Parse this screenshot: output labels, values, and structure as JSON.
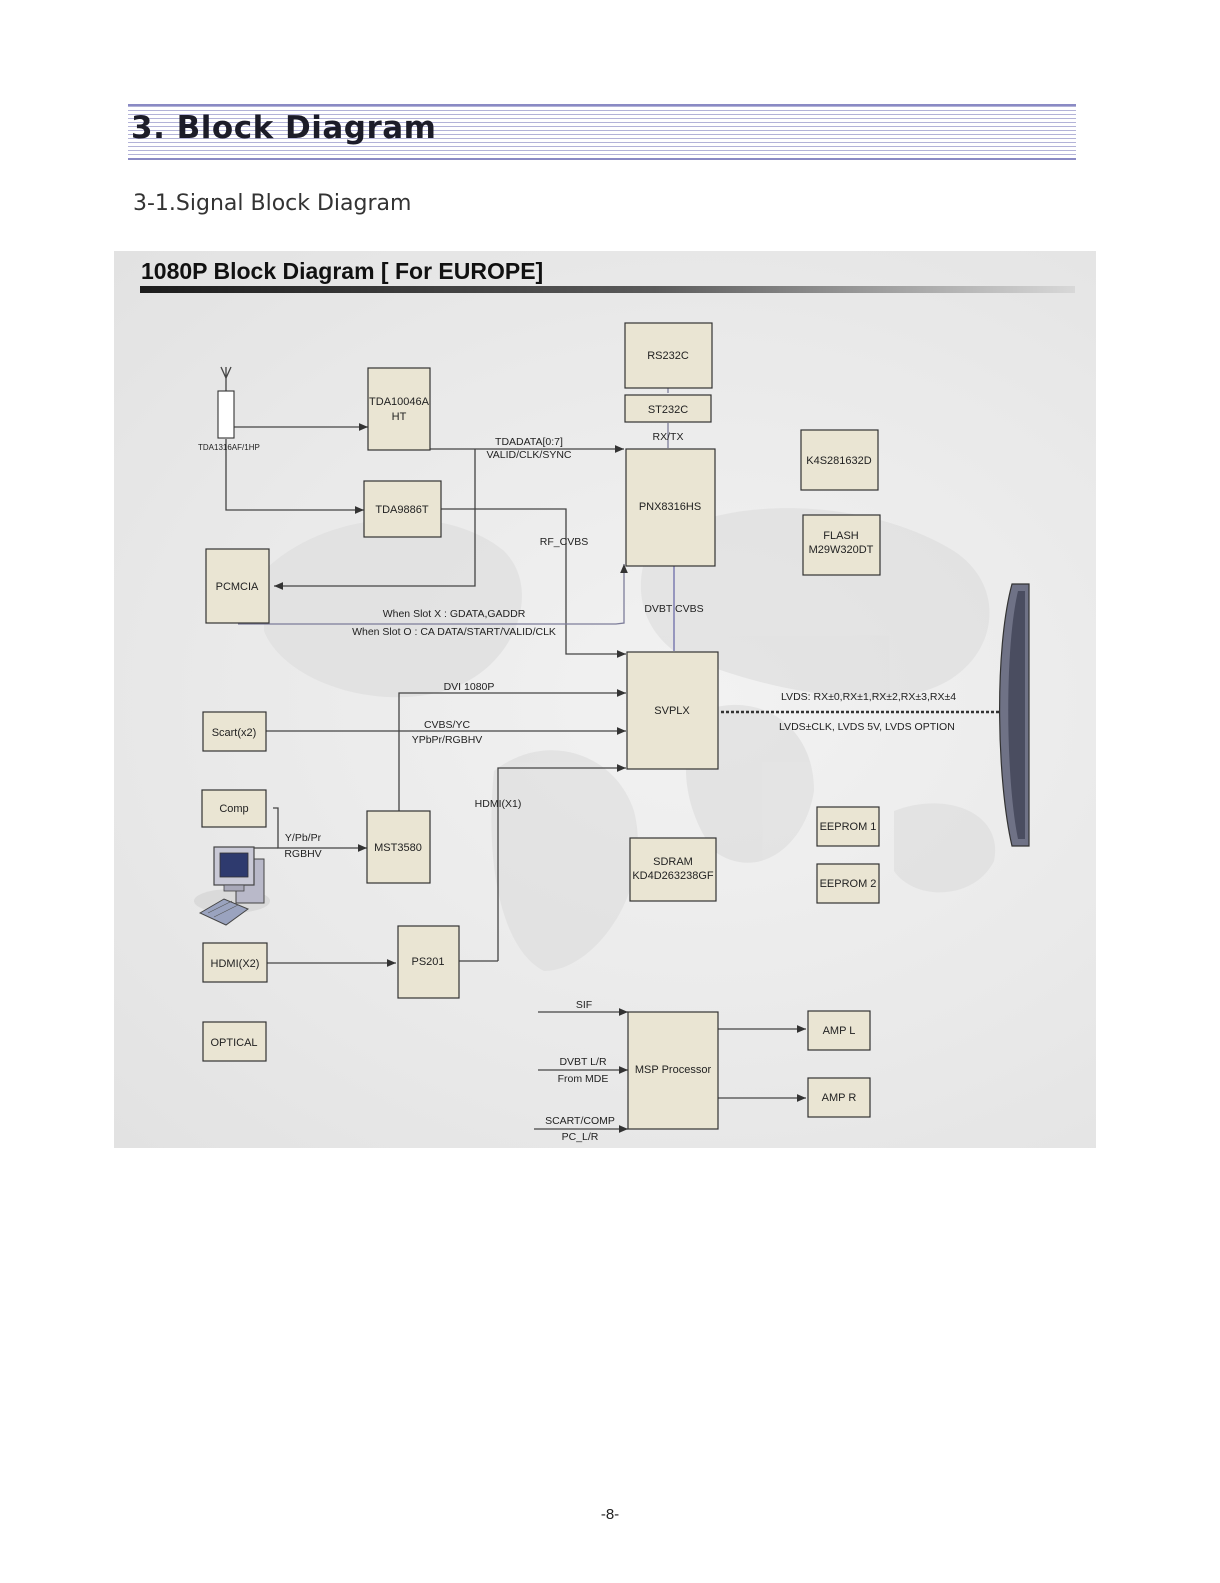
{
  "section": {
    "title": "3. Block Diagram",
    "subtitle": "3-1.Signal Block Diagram"
  },
  "diagram": {
    "title": "1080P Block Diagram [ For EUROPE]",
    "blocks": {
      "rs232c": "RS232C",
      "st232c": "ST232C",
      "tda10046a": [
        "TDA10046A",
        "HT"
      ],
      "tda9886t": "TDA9886T",
      "pcmcia": "PCMCIA",
      "pnx8316hs": "PNX8316HS",
      "k4s": "K4S281632D",
      "flash": [
        "FLASH",
        "M29W320DT"
      ],
      "svplx": "SVPLX",
      "scart": "Scart(x2)",
      "comp": "Comp",
      "mst3580": "MST3580",
      "hdmi_x2": "HDMI(X2)",
      "ps201": "PS201",
      "optical": "OPTICAL",
      "sdram": [
        "SDRAM",
        "KD4D263238GF"
      ],
      "eeprom1": "EEPROM 1",
      "eeprom2": "EEPROM 2",
      "msp": "MSP Processor",
      "amp_l": "AMP L",
      "amp_r": "AMP R"
    },
    "labels": {
      "tuner": "TDA1316AF/1HP",
      "rxtx": "RX/TX",
      "tdadata_1": "TDADATA[0:7]",
      "tdadata_2": "VALID/CLK/SYNC",
      "rf_cvbs": "RF_CVBS",
      "slot_x": "When Slot X : GDATA,GADDR",
      "slot_o": "When Slot O : CA DATA/START/VALID/CLK",
      "dvbt_cvbs": "DVBT CVBS",
      "dvi": "DVI 1080P",
      "cvbs_1": "CVBS/YC",
      "cvbs_2": "YPbPr/RGBHV",
      "hdmi_x1": "HDMI(X1)",
      "ypbpr_1": "Y/Pb/Pr",
      "ypbpr_2": "RGBHV",
      "lvds_1": "LVDS: RX±0,RX±1,RX±2,RX±3,RX±4",
      "lvds_2": "LVDS±CLK, LVDS 5V, LVDS OPTION",
      "sif": "SIF",
      "dvbt_lr_1": "DVBT L/R",
      "dvbt_lr_2": "From MDE",
      "scart_comp_1": "SCART/COMP",
      "scart_comp_2": "PC_L/R"
    }
  },
  "footer": {
    "page": "-8-"
  },
  "colors": {
    "block_fill": "#eae5d3",
    "block_stroke": "#333333",
    "line": "#444444",
    "bus_line": "#7d7d9a"
  }
}
